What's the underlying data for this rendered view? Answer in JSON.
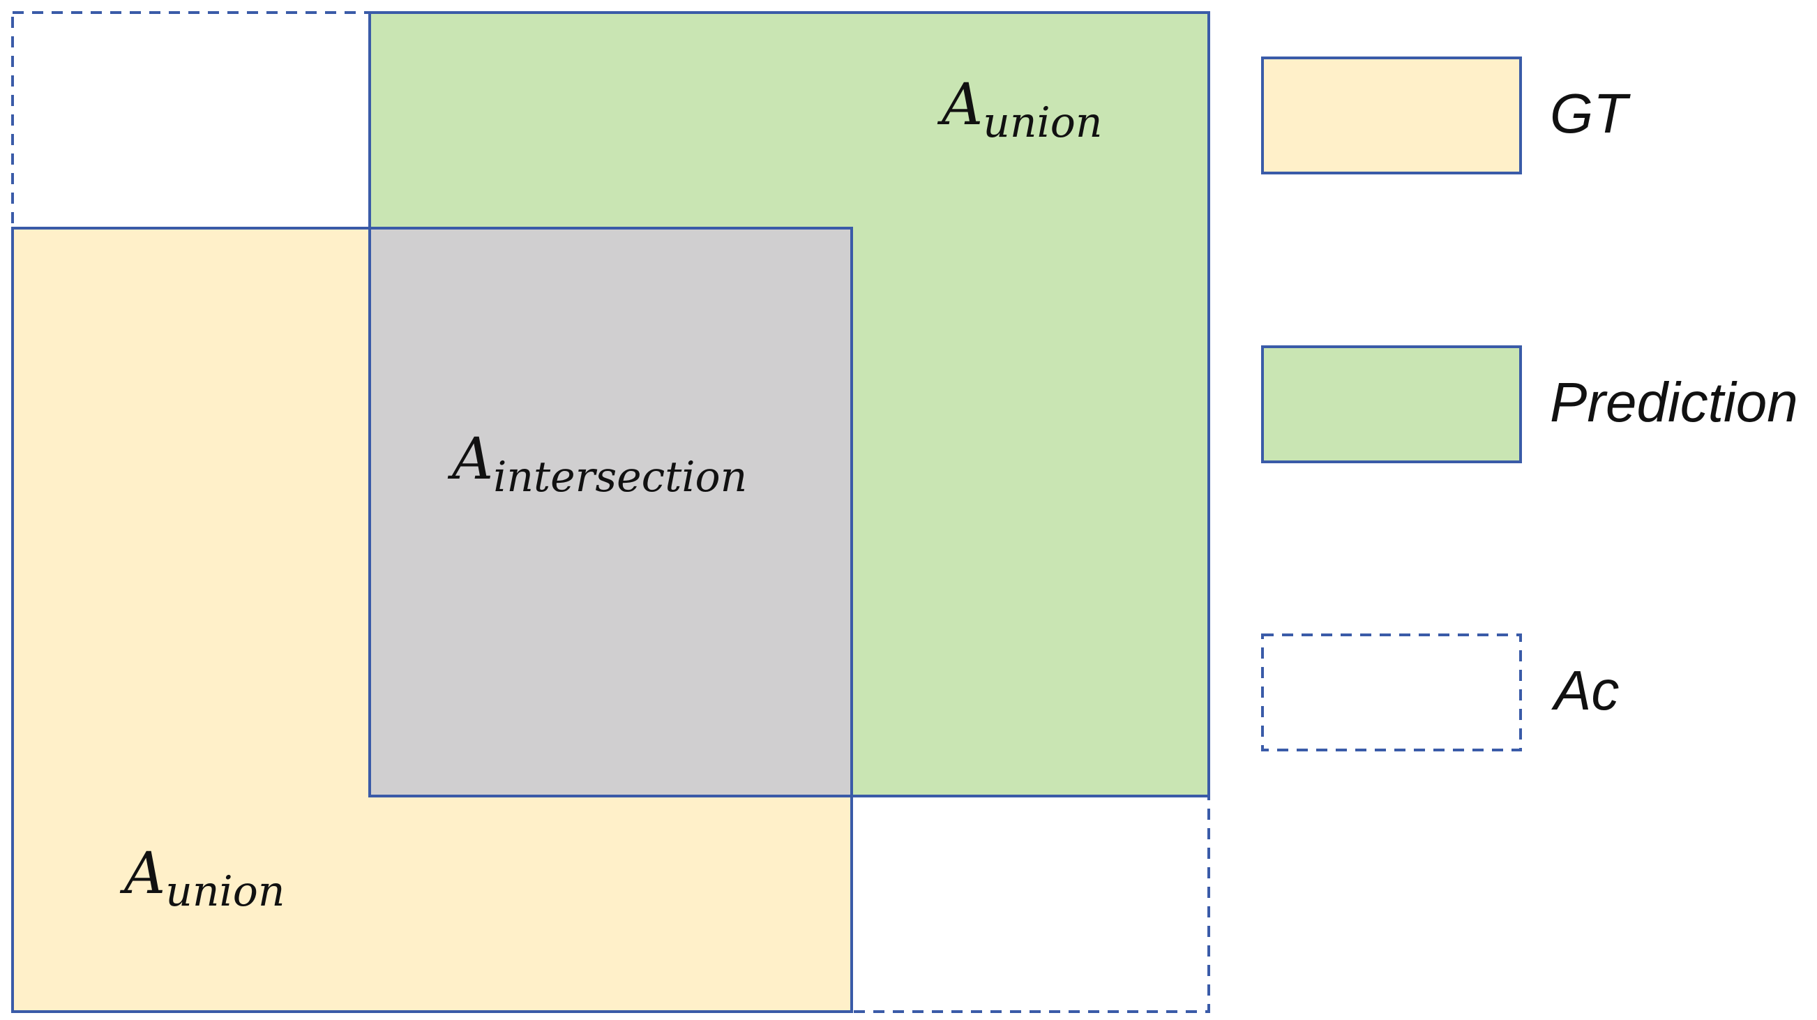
{
  "colors": {
    "gt_fill": "#FFF0C9",
    "prediction_fill": "#C9E5B3",
    "intersection_fill": "#D0CFD0",
    "stroke": "#3A5BA8",
    "background": "#FFFFFF"
  },
  "regions": {
    "union_top": {
      "base": "A",
      "sub": "union"
    },
    "intersection": {
      "base": "A",
      "sub": "intersection"
    },
    "union_bottom": {
      "base": "A",
      "sub": "union"
    }
  },
  "legend": {
    "gt": {
      "label": "GT"
    },
    "prediction": {
      "label": "Prediction"
    },
    "ac": {
      "label": "Ac"
    }
  }
}
